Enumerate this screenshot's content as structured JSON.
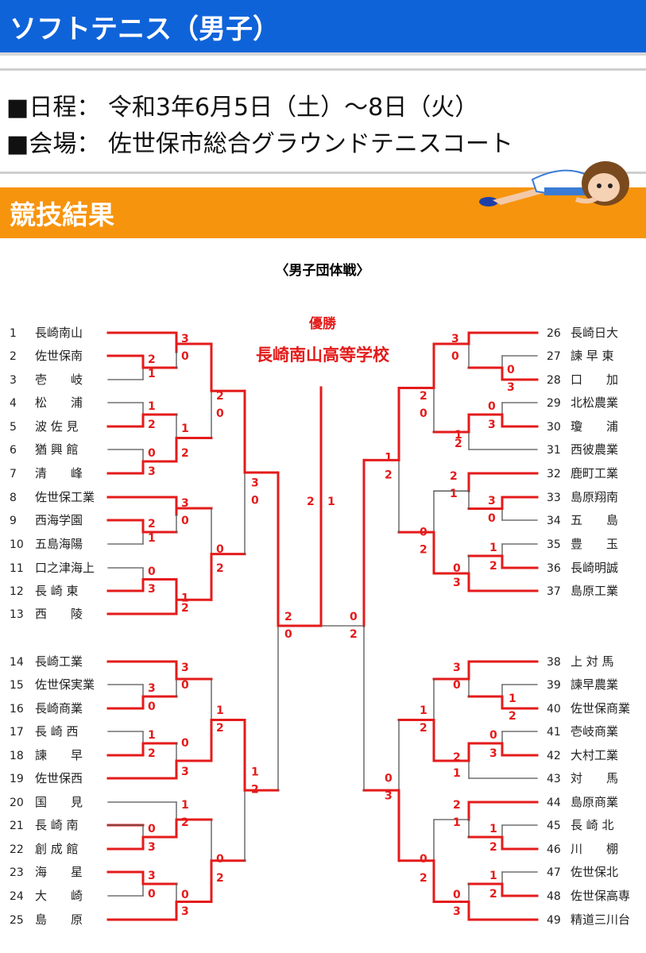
{
  "header": {
    "title": "ソフトテニス（男子）"
  },
  "info": {
    "schedule": "■日程：  令和3年6月5日（土）～8日（火）",
    "venue": "■会場：  佐世保市総合グラウンドテニスコート"
  },
  "results_header": "競技結果",
  "bracket": {
    "title": "〈男子団体戦〉",
    "champion_label": "優勝",
    "champion_name": "長崎南山高等学校",
    "teams_left": [
      "長崎南山",
      "佐世保南",
      "壱　　岐",
      "松　　浦",
      "波 佐 見",
      "猶 興 館",
      "清　　峰",
      "佐世保工業",
      "西海学園",
      "五島海陽",
      "口之津海上",
      "長 崎 東",
      "西　　陵",
      "長崎工業",
      "佐世保実業",
      "長崎商業",
      "長 崎 西",
      "諫　　早",
      "佐世保西",
      "国　　見",
      "長 崎 南",
      "創 成 館",
      "海　　星",
      "大　　崎",
      "島　　原"
    ],
    "teams_right": [
      "長崎日大",
      "諫 早 東",
      "口　　加",
      "北松農業",
      "瓊　　浦",
      "西彼農業",
      "鹿町工業",
      "島原翔南",
      "五　　島",
      "豊　　玉",
      "長崎明誠",
      "島原工業",
      "上 対 馬",
      "諫早農業",
      "佐世保商業",
      "壱岐商業",
      "大村工業",
      "対　　馬",
      "島原商業",
      "長 崎 北",
      "川　　棚",
      "佐世保北",
      "佐世保高専",
      "精道三川台"
    ],
    "final_scores": [
      "2",
      "1"
    ],
    "colors": {
      "winner_line": "#e41b1b",
      "loser_line": "#555555",
      "score": "#e41b1b"
    }
  }
}
